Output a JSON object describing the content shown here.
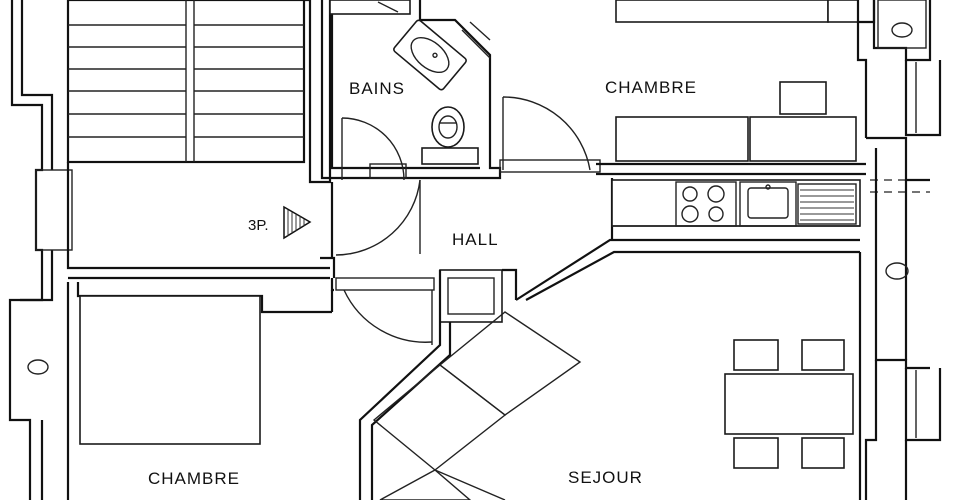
{
  "rooms": {
    "bath": "BAINS",
    "bedroom_top": "CHAMBRE",
    "hall": "HALL",
    "bedroom_bottom": "CHAMBRE",
    "living": "SEJOUR"
  },
  "stair_mark": "3P."
}
